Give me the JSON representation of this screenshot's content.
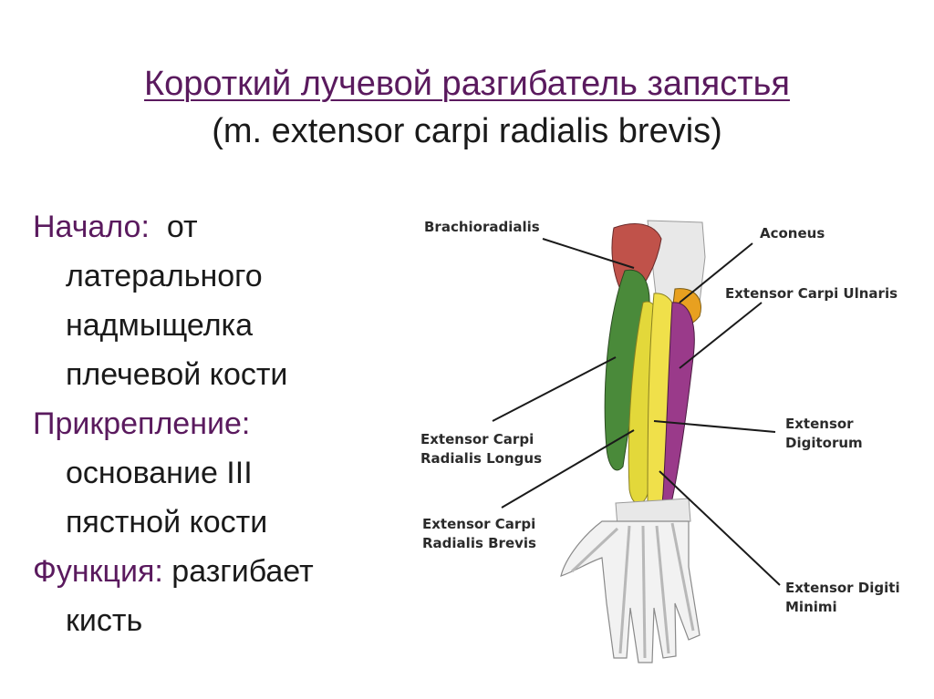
{
  "title": {
    "line1": "Короткий лучевой разгибатель запястья",
    "line2": "(m. extensor carpi radialis brevis)"
  },
  "content": {
    "origin_label": "Начало:",
    "origin_text_1": "от",
    "origin_text_2": "латерального",
    "origin_text_3": "надмыщелка",
    "origin_text_4": "плечевой кости",
    "insertion_label": "Прикрепление:",
    "insertion_text_1": "основание  III",
    "insertion_text_2": "пястной кости",
    "function_label": "Функция:",
    "function_text_1": "разгибает",
    "function_text_2": "кисть"
  },
  "figure": {
    "labels": {
      "brachioradialis": "Brachioradialis",
      "aconeus": "Aconeus",
      "extensor_carpi_ulnaris": "Extensor Carpi Ulnaris",
      "ecrl_1": "Extensor Carpi",
      "ecrl_2": "Radialis Longus",
      "ecrb_1": "Extensor Carpi",
      "ecrb_2": "Radialis Brevis",
      "extensor_digitorum_1": "Extensor",
      "extensor_digitorum_2": "Digitorum",
      "edm_1": "Extensor Digiti",
      "edm_2": "Minimi"
    },
    "colors": {
      "title_accent": "#5a1a5e",
      "brachioradialis": "#c0524a",
      "ecrl": "#4a8a3a",
      "ecrb": "#e3d83a",
      "extensor_digitorum": "#f0e04a",
      "extensor_carpi_ulnaris": "#9a3a8a",
      "aconeus": "#e8a020",
      "bone_tendon": "#e8e8e8"
    }
  }
}
